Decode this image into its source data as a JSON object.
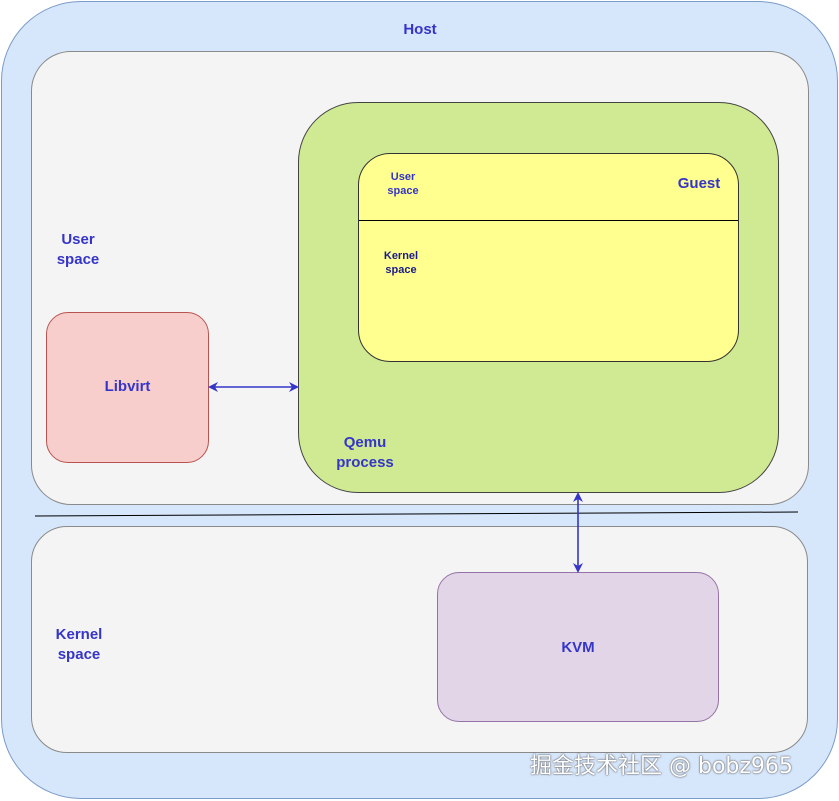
{
  "host": {
    "label": "Host"
  },
  "user_space": {
    "label": "User\nspace"
  },
  "kernel_space": {
    "label": "Kernel\nspace"
  },
  "libvirt": {
    "label": "Libvirt"
  },
  "qemu": {
    "label": "Qemu\nprocess"
  },
  "guest": {
    "label": "Guest",
    "user_space_label": "User\nspace",
    "kernel_space_label": "Kernel\nspace"
  },
  "kvm": {
    "label": "KVM"
  },
  "watermark": "掘金技术社区 @ bobz965",
  "colors": {
    "host_fill": "#d6e6fb",
    "qemu_fill": "#d0e993",
    "guest_fill": "#feff8f",
    "libvirt_fill": "#f8cecc",
    "kvm_fill": "#e1d5e7",
    "arrow": "#3535c8",
    "label": "#3535c8"
  }
}
